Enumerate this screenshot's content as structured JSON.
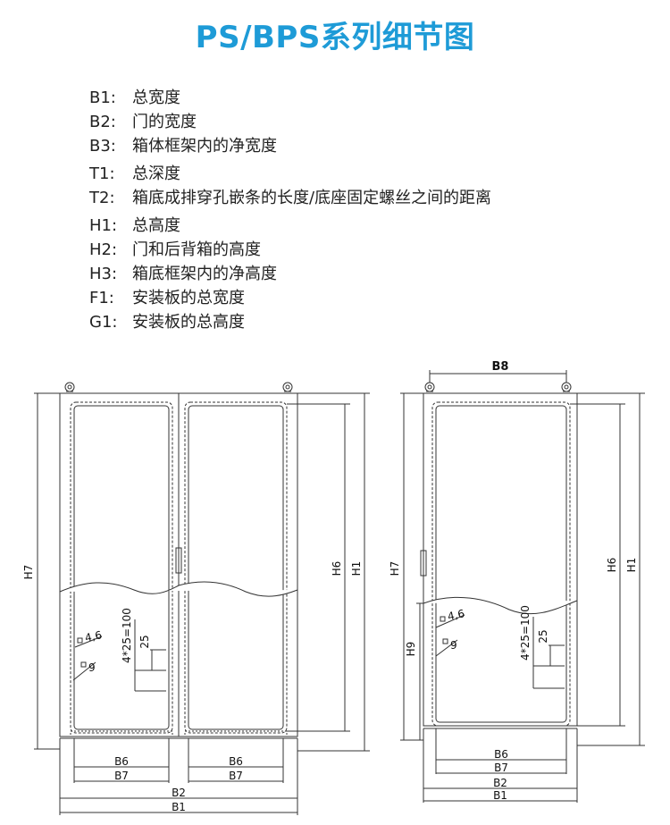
{
  "title": "PS/BPS系列细节图",
  "legend": [
    {
      "code": "B1:",
      "text": "总宽度"
    },
    {
      "code": "B2:",
      "text": "门的宽度"
    },
    {
      "code": "B3:",
      "text": "箱体框架内的净宽度"
    },
    {
      "code": "T1:",
      "text": "总深度"
    },
    {
      "code": "T2:",
      "text": "箱底成排穿孔嵌条的长度/底座固定螺丝之间的距离"
    },
    {
      "code": "H1:",
      "text": "总高度"
    },
    {
      "code": "H2:",
      "text": "门和后背箱的高度"
    },
    {
      "code": "H3:",
      "text": "箱底框架内的净高度"
    },
    {
      "code": "F1:",
      "text": "安装板的总宽度"
    },
    {
      "code": "G1:",
      "text": "安装板的总高度"
    }
  ],
  "left_drawing": {
    "h7": "H7",
    "h6": "H6",
    "h1": "H1",
    "pitch": "4*25=100",
    "d25": "25",
    "hole_a": "4,6",
    "hole_b": "9",
    "b6_left": "B6",
    "b7_left": "B7",
    "b6_right": "B6",
    "b7_right": "B7",
    "b2": "B2",
    "b1": "B1"
  },
  "right_drawing": {
    "b8": "B8",
    "h7": "H7",
    "h9": "H9",
    "h6": "H6",
    "h1": "H1",
    "pitch": "4*25=100",
    "d25": "25",
    "hole_a": "4,6",
    "hole_b": "9",
    "b6": "B6",
    "b7": "B7",
    "b2": "B2",
    "b1": "B1"
  },
  "colors": {
    "title": "#1e9bd7",
    "line": "#333333"
  }
}
